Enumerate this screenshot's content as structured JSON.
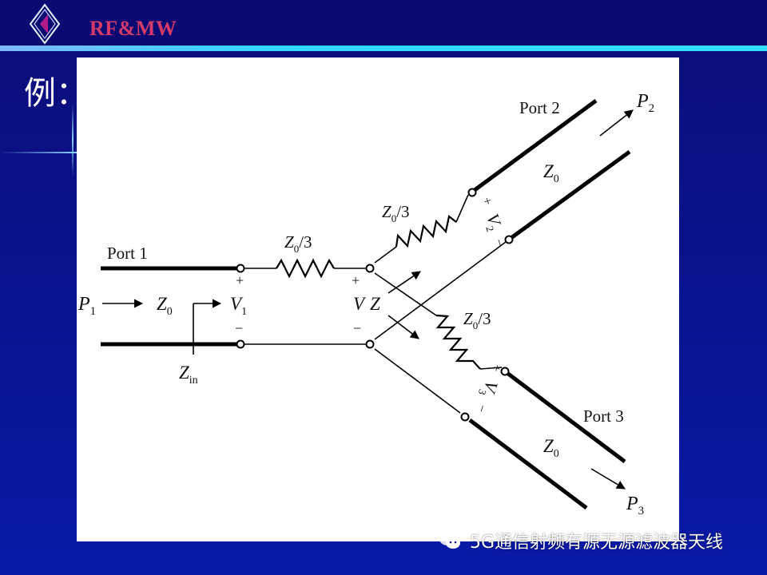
{
  "header": {
    "brand": "RF&MW"
  },
  "slide": {
    "example_label": "例："
  },
  "diagram": {
    "port1": "Port 1",
    "port2": "Port 2",
    "port3": "Port 3",
    "p1_sym": "P",
    "p1_sub": "1",
    "p2_sym": "P",
    "p2_sub": "2",
    "p3_sym": "P",
    "p3_sub": "3",
    "z0_sym": "Z",
    "z0_sub": "0",
    "z0_over3_sub": "0",
    "over3": "/3",
    "zin_sym": "Z",
    "zin_sub": "in",
    "v_sym": "V",
    "v1_sub": "1",
    "v2_sub": "2",
    "v3_sub": "3",
    "z_sym": "Z",
    "plus": "+",
    "minus": "−"
  },
  "watermark": {
    "text": "5G通信射频有源无源滤波器天线"
  }
}
